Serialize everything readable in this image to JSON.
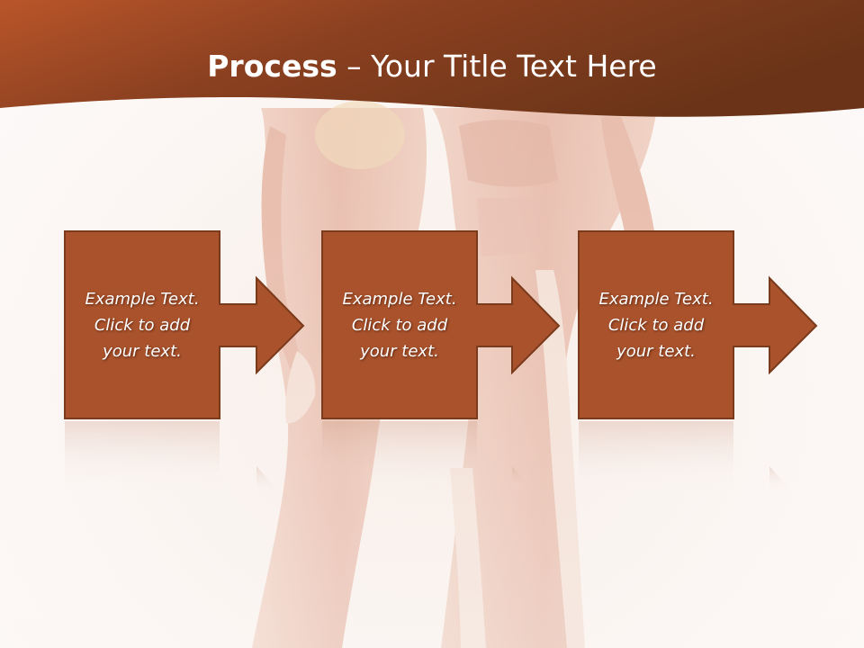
{
  "slide": {
    "title_bold": "Process",
    "title_rest": " – Your Title Text Here",
    "steps": [
      {
        "lines": [
          "Example Text.",
          "Click  to add",
          "your text."
        ]
      },
      {
        "lines": [
          "Example Text.",
          "Click  to add",
          "your text."
        ]
      },
      {
        "lines": [
          "Example Text.",
          "Click  to add",
          "your text."
        ]
      }
    ]
  },
  "colors": {
    "header_dark": "#6b3418",
    "header_light": "#b9552a",
    "box_fill": "#a9522c",
    "box_border": "#7a3a1c",
    "background": "#fbf6f3"
  },
  "images": {
    "background_figure": "faded-muscle-anatomy-figures"
  }
}
